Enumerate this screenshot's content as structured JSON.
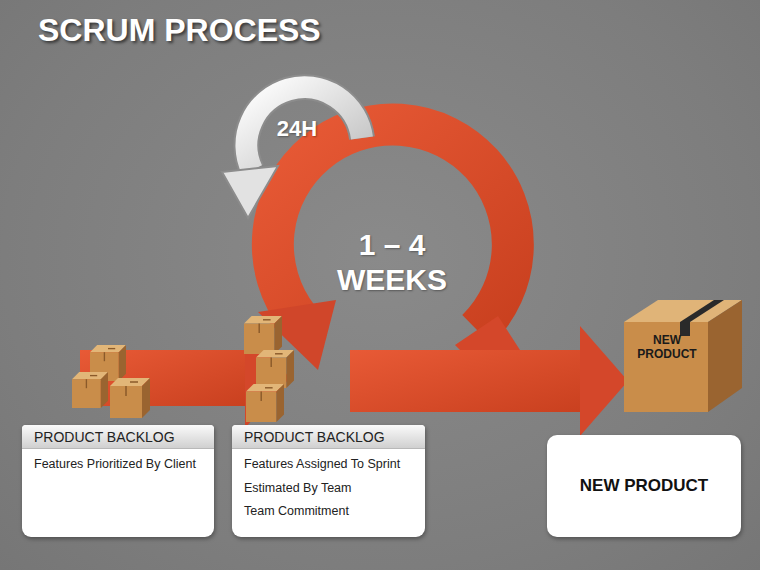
{
  "diagram": {
    "title": "SCRUM PROCESS",
    "nodes": [
      {
        "text": [
          "PRODUCT BACKLOG",
          "Features Prioritized By Client"
        ]
      },
      {
        "text": [
          "PRODUCT BACKLOG",
          "Features Assigned To Sprint",
          "Estimated By Team",
          "Team Commitment"
        ]
      },
      {
        "text": [
          "NEW PRODUCT"
        ]
      }
    ],
    "labels": [
      "24H",
      "1 – 4 WEEKS",
      "NEW PRODUCT"
    ]
  }
}
